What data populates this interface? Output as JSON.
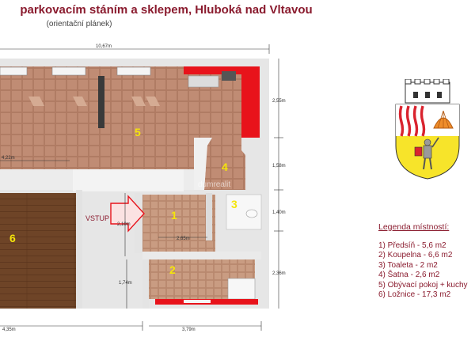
{
  "header": {
    "title": "parkovacím stáním a sklepem, Hluboká nad Vltavou",
    "subtitle": "(orientační plánek)"
  },
  "plan": {
    "entrance_label": "VSTUP",
    "watermark": "dumrealit",
    "rooms": [
      {
        "number": "1"
      },
      {
        "number": "2"
      },
      {
        "number": "3"
      },
      {
        "number": "4"
      },
      {
        "number": "5"
      },
      {
        "number": "6"
      }
    ],
    "dimensions": {
      "top_width": "10,67m",
      "living_width": "4,22m",
      "right_top": "2,55m",
      "right_wardrobe": "1,58m",
      "right_toilet": "1,40m",
      "right_bath": "2,36m",
      "entry_left": "2,10m",
      "entry_width": "2,65m",
      "bath_left": "1,74m",
      "bottom_left": "4,35m",
      "bottom_right": "3,79m"
    }
  },
  "legend": {
    "title": "Legenda místností:",
    "items": [
      "1) Předsíň - 5,6 m2",
      "2) Koupelna - 6,6 m2",
      "3) Toaleta - 2 m2",
      "4) Šatna - 2,6 m2",
      "5) Obývací pokoj + kuchy",
      "6) Ložnice - 17,3 m2"
    ]
  },
  "colors": {
    "title": "#8a1b2e",
    "tile_floor": "#b9826a",
    "wood_floor": "#6e4427",
    "kitchen_red": "#e8131b",
    "room_numbers": "#f5e50a",
    "entrance_arrow": "#e8131b"
  }
}
